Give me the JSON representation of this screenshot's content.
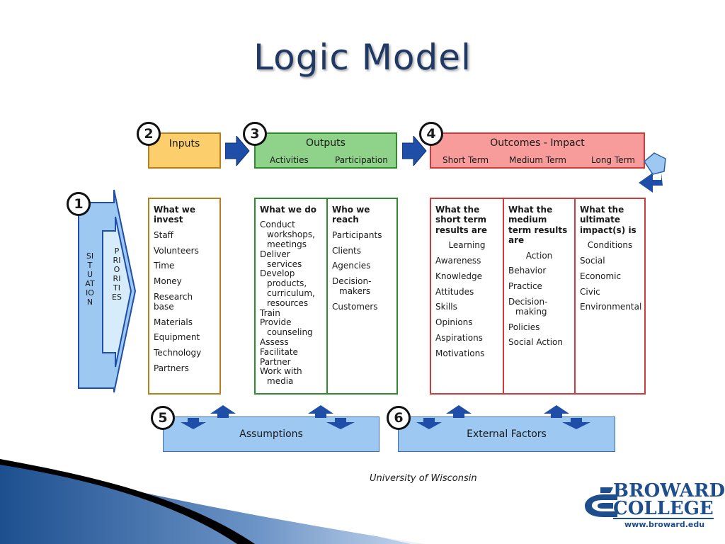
{
  "title": "Logic Model",
  "numbers": [
    "1",
    "2",
    "3",
    "4",
    "5",
    "6"
  ],
  "situation": "SITUATION",
  "priorities": "PRIORITIES",
  "inputs": {
    "header": "Inputs",
    "head": "What we invest",
    "items": [
      "Staff",
      "Volunteers",
      "Time",
      "Money",
      "Research base",
      "Materials",
      "Equipment",
      "Technology",
      "Partners"
    ]
  },
  "outputs": {
    "header": "Outputs",
    "sub_activities": "Activities",
    "sub_participation": "Participation",
    "what_we_do": {
      "head": "What we do",
      "items": [
        "Conduct",
        "workshops,",
        "meetings",
        "Deliver",
        "services",
        "Develop",
        "products,",
        "curriculum,",
        "resources",
        "Train",
        "Provide",
        "counseling",
        "Assess",
        "Facilitate",
        "Partner",
        "Work with",
        "media"
      ]
    },
    "who_we_reach": {
      "head": "Who we reach",
      "items": [
        "Participants",
        "Clients",
        "Agencies",
        "Decision-",
        "makers",
        "Customers"
      ]
    }
  },
  "outcomes": {
    "header": "Outcomes - Impact",
    "sub_short": "Short Term",
    "sub_medium": "Medium Term",
    "sub_long": "Long Term",
    "short": {
      "head": "What the short term results are",
      "category": "Learning",
      "items": [
        "Awareness",
        "Knowledge",
        "Attitudes",
        "Skills",
        "Opinions",
        "Aspirations",
        "Motivations"
      ]
    },
    "medium": {
      "head": "What the medium term results are",
      "category": "Action",
      "items": [
        "Behavior",
        "Practice",
        "Decision-",
        "making",
        "Policies",
        "Social Action"
      ]
    },
    "long": {
      "head": "What the ultimate impact(s) is",
      "category": "Conditions",
      "items": [
        "Social",
        "Economic",
        "Civic",
        "Environmental"
      ]
    }
  },
  "assumptions": "Assumptions",
  "external_factors": "External Factors",
  "credit": "University of Wisconsin",
  "logo": {
    "line1": "BROWARD",
    "line2": "COLLEGE",
    "url": "www.broward.edu"
  },
  "colors": {
    "title": "#1f3864",
    "inputs_fill": "#fdcf6c",
    "inputs_border": "#b57f19",
    "outputs_fill": "#8fd28a",
    "outputs_border": "#2e8b2e",
    "outcomes_fill": "#f79b9b",
    "outcomes_border": "#d03a3a",
    "arrow_blue": "#1f4ea8",
    "light_blue": "#9cc8f2"
  }
}
